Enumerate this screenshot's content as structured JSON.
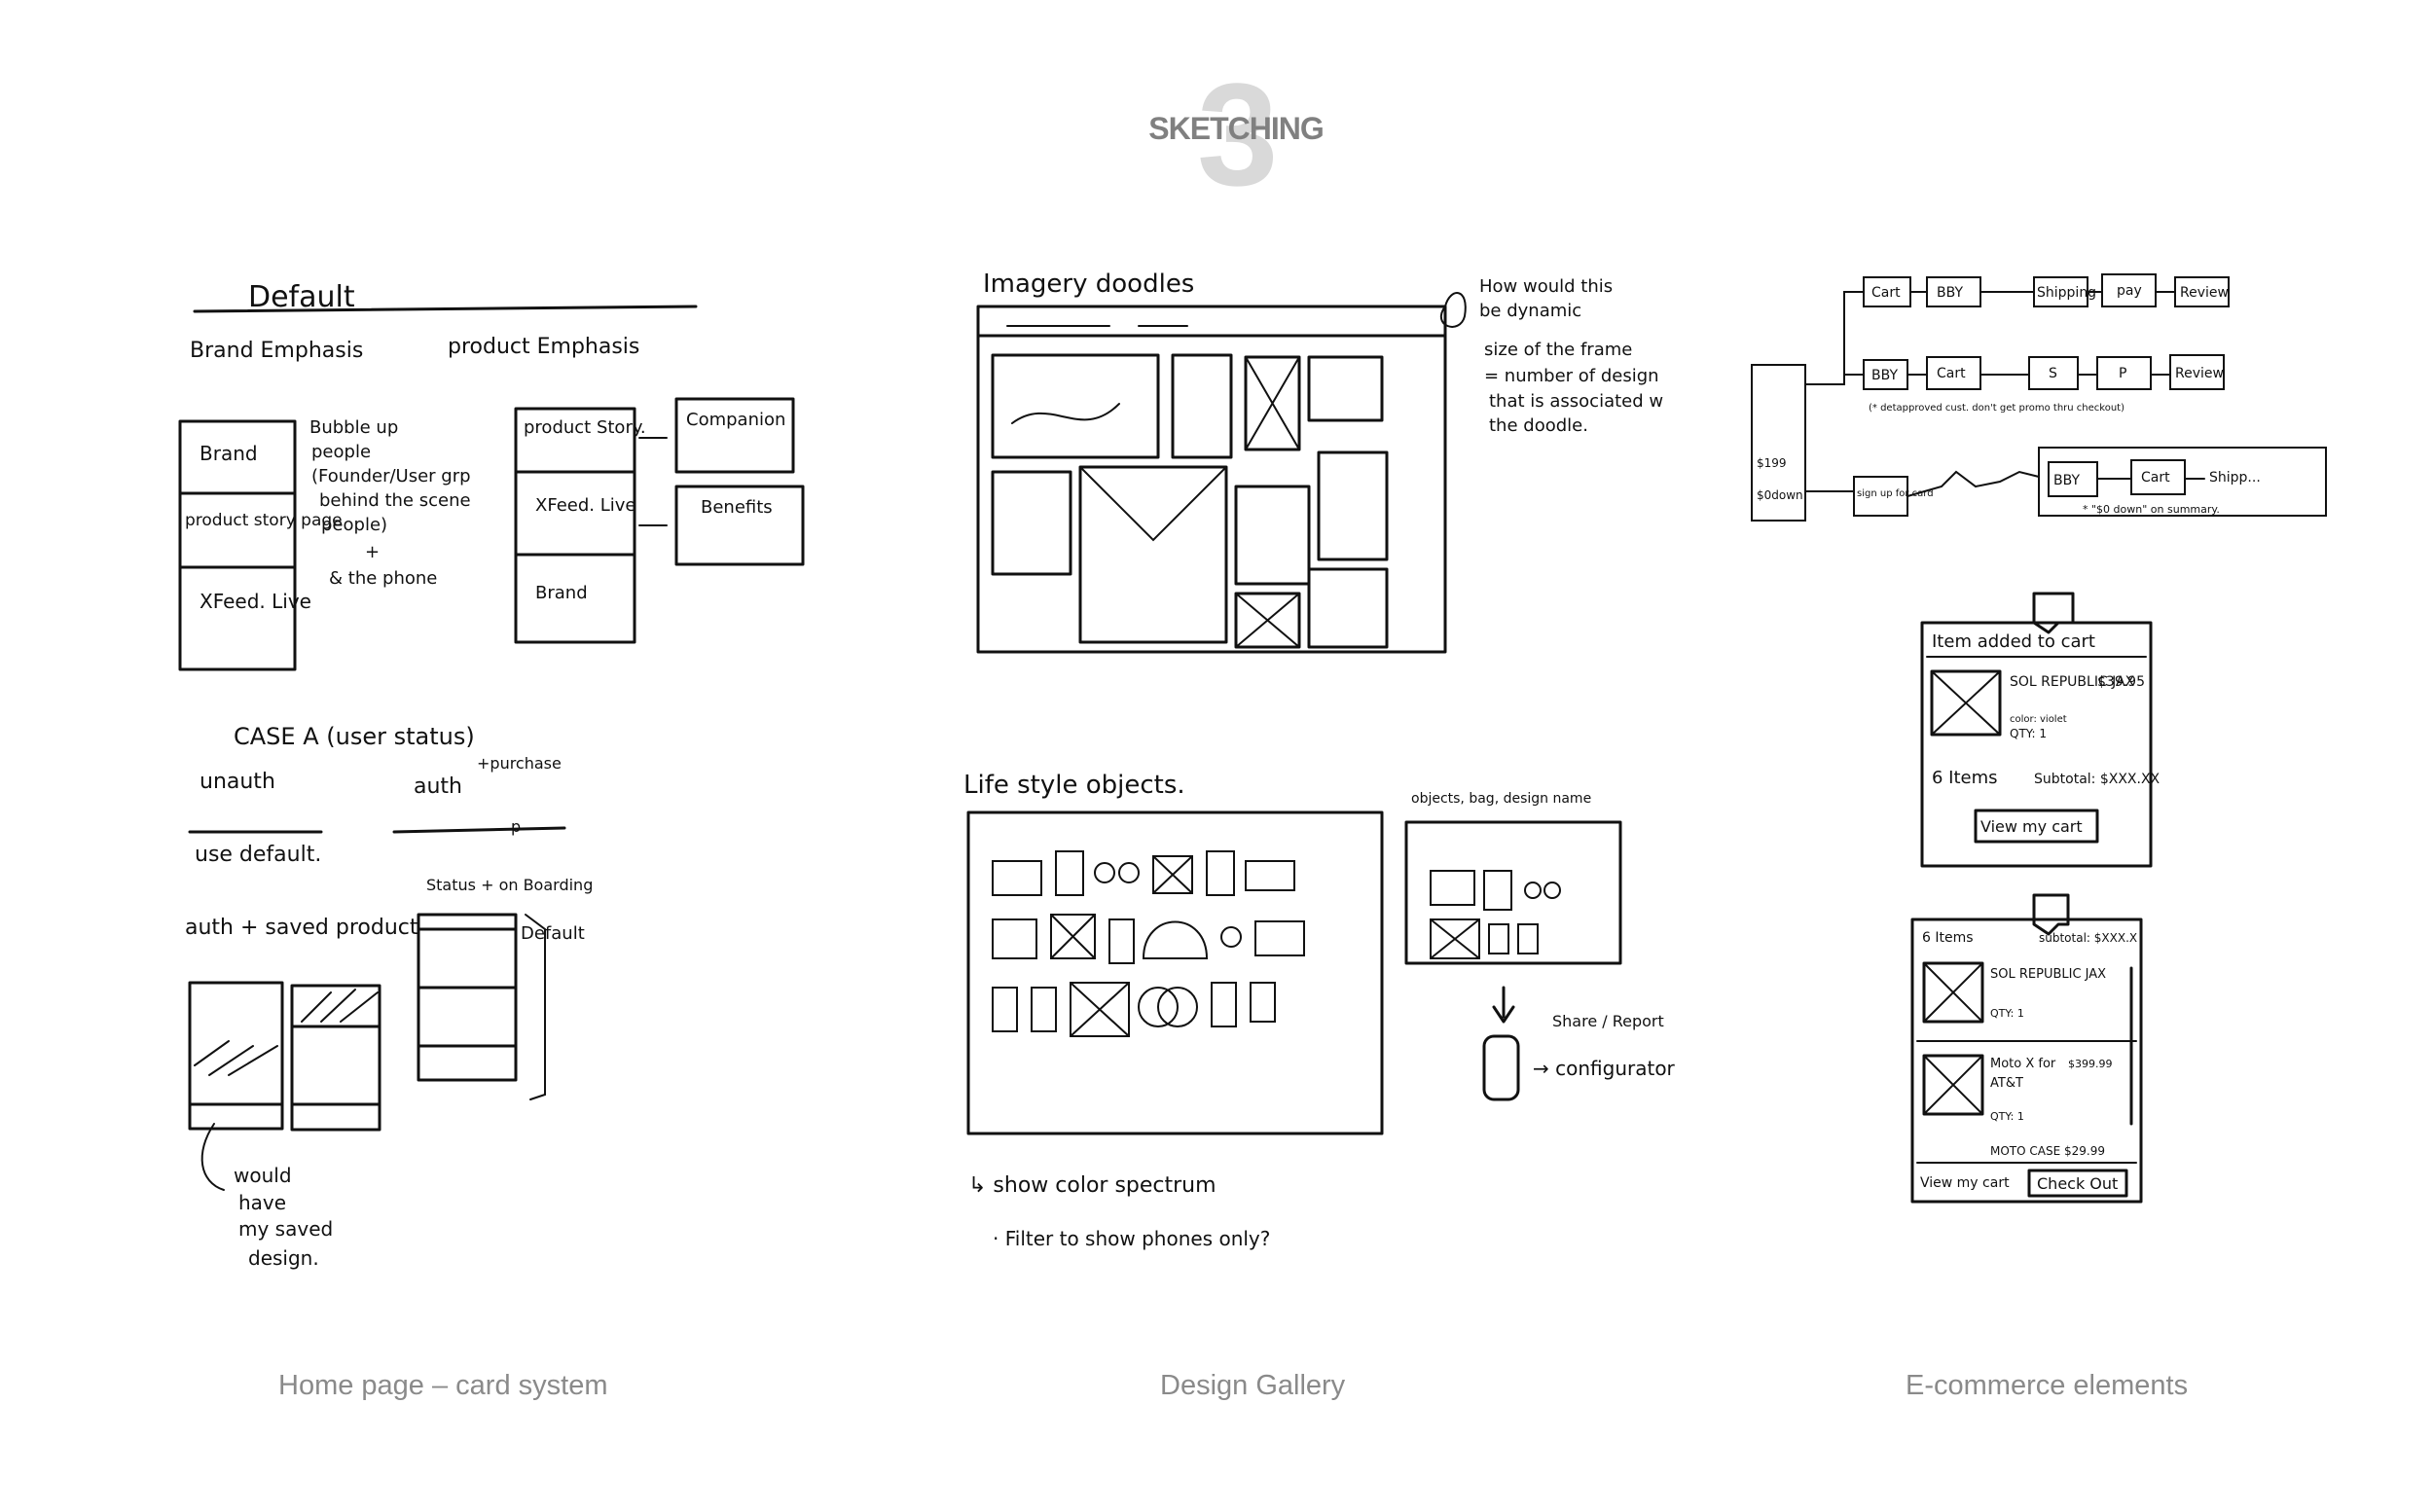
{
  "section": {
    "number": "3",
    "title": "SKETCHING"
  },
  "captions": {
    "home": "Home page – card system",
    "gallery": "Design Gallery",
    "ecommerce": "E-commerce elements"
  },
  "sketches": {
    "home": {
      "default": "Default",
      "brand_emphasis": "Brand Emphasis",
      "product_emphasis": "product Emphasis",
      "col1": [
        "Brand",
        "product story page",
        "XFeed. Live"
      ],
      "bubble": [
        "Bubble up",
        "people",
        "(Founder/User grp",
        "behind the scene",
        "people)",
        "+",
        "& the phone"
      ],
      "col2": [
        "product Story.",
        "XFeed. Live",
        "Brand"
      ],
      "col3": [
        "Companion",
        "Benefits"
      ],
      "case": "CASE A (user status)",
      "unauth": "unauth",
      "auth": "auth",
      "purchase": "+purchase",
      "p": "p",
      "use_default": "use default.",
      "status": "Status + on Boarding",
      "auth_saved": "auth + saved product",
      "default2": "Default",
      "would_have": [
        "would",
        "have",
        "my saved",
        "design."
      ]
    },
    "gallery": {
      "imagery": "Imagery doodles",
      "note": [
        "How would this",
        "be dynamic",
        "size of the frame",
        "= number of design",
        "that is associated w",
        "the doodle."
      ],
      "lifestyle": "Life style objects.",
      "objects_note": "objects, bag, design name",
      "share": "Share / Report",
      "configurator": "→ configurator",
      "spectrum": "↳ show color spectrum",
      "filter": "· Filter to show phones only?"
    },
    "ecommerce": {
      "flow1": [
        "Cart",
        "BBY",
        "Shipping",
        "pay",
        "Review"
      ],
      "flow2": [
        "BBY",
        "Cart",
        "S",
        "P",
        "Review"
      ],
      "flow3": [
        "BBY",
        "Cart",
        "Shipp..."
      ],
      "note1": "(* detapproved cust. don't get promo thru checkout)",
      "note2": "* \"$0 down\" on summary.",
      "price1": "$199",
      "price2": "$0down",
      "signup": "sign up for card",
      "added": "Item added to cart",
      "product": "SOL REPUBLIC JAX",
      "price": "$39.95",
      "color": "color: violet",
      "qty": "QTY: 1",
      "items": "6 Items",
      "subtotal": "Subtotal: $XXX.XX",
      "view_cart": "View my cart",
      "items2": "6 Items",
      "subtotal2": "subtotal: $XXX.X",
      "product2": "Moto X for",
      "carrier": "AT&T",
      "price2b": "$399.99",
      "moto_case": "MOTO CASE $29.99",
      "view_cart2": "View my cart",
      "checkout": "Check Out"
    }
  }
}
